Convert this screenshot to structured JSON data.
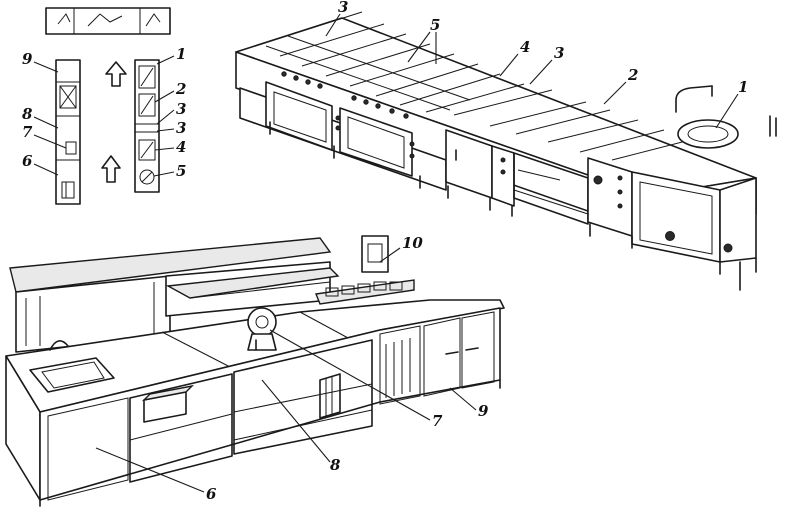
{
  "labels": {
    "l1": "1",
    "l2": "2",
    "l3": "3",
    "l4": "4",
    "l5": "5",
    "l6": "6",
    "l7": "7",
    "l8": "8",
    "l9": "9",
    "l10": "10"
  },
  "plan_left": {
    "l9": "9",
    "l8": "8",
    "l7": "7",
    "l6": "6"
  },
  "plan_right": {
    "l1": "1",
    "l2": "2",
    "l3a": "3",
    "l3b": "3",
    "l4": "4",
    "l5": "5"
  },
  "top_line": {
    "l3a": "3",
    "l5": "5",
    "l4": "4",
    "l3b": "3",
    "l2": "2",
    "l1": "1"
  },
  "bottom_line": {
    "l10": "10",
    "l9": "9",
    "l7": "7",
    "l8": "8",
    "l6": "6"
  }
}
